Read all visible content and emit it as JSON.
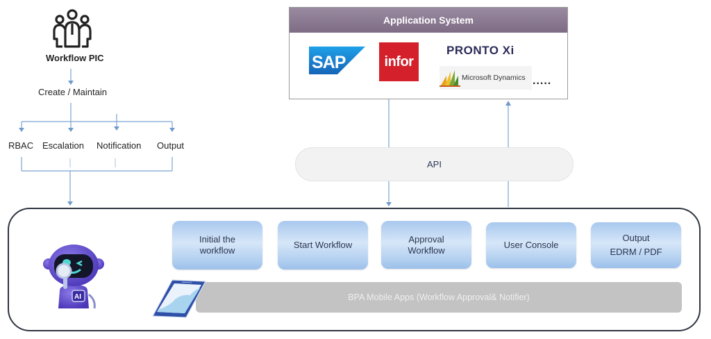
{
  "workflow_pic": {
    "title": "Workflow PIC",
    "icon": "group-people-icon",
    "action_label": "Create / Maintain",
    "config_items": [
      {
        "label": "RBAC"
      },
      {
        "label": "Escalation"
      },
      {
        "label": "Notification"
      },
      {
        "label": "Output"
      }
    ]
  },
  "application_system": {
    "title": "Application System",
    "vendors": [
      {
        "name": "SAP",
        "icon": "sap-logo"
      },
      {
        "name": "infor",
        "icon": "infor-logo"
      },
      {
        "name": "PRONTO Xi",
        "icon": "pronto-xi-logo"
      },
      {
        "name": "Microsoft Dynamics",
        "icon": "microsoft-dynamics-logo"
      }
    ],
    "more": "....."
  },
  "api": {
    "label": "API"
  },
  "platform": {
    "mascot_icon": "ai-robot-icon",
    "mascot_badge": "AI",
    "modules": [
      {
        "line1": "Initial the",
        "line2": "workflow"
      },
      {
        "line1": "Start Workflow",
        "line2": ""
      },
      {
        "line1": "Approval",
        "line2": "Workflow"
      },
      {
        "line1": "User Console",
        "line2": ""
      },
      {
        "line1": "Output",
        "line2": "EDRM / PDF"
      }
    ],
    "mobile": {
      "icon": "mobile-phone-icon",
      "label": "BPA Mobile Apps (Workflow Approval& Notifier)"
    }
  },
  "colors": {
    "connector": "#6f9bcb",
    "header": "#8a7a90",
    "module": "#b9d3f2",
    "bpa_bar": "#c3c3c3",
    "infor": "#d4202b",
    "sap": "#1a73c9"
  }
}
